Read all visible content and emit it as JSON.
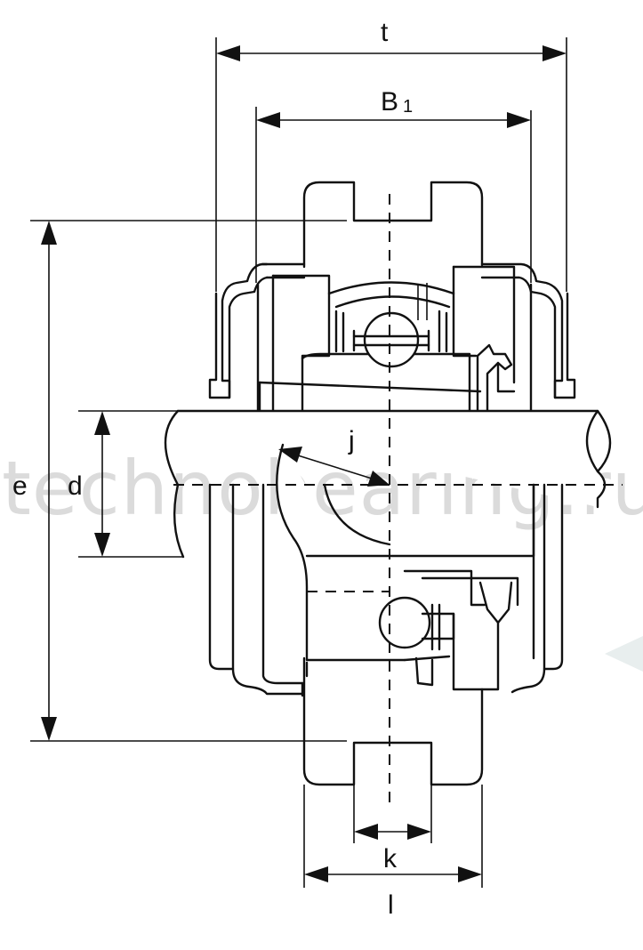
{
  "labels": {
    "t": "t",
    "b1": "B",
    "b1_sub": "1",
    "e": "e",
    "d": "d",
    "j": "j",
    "k": "k",
    "l": "l"
  },
  "watermark": "technobearing.ru"
}
